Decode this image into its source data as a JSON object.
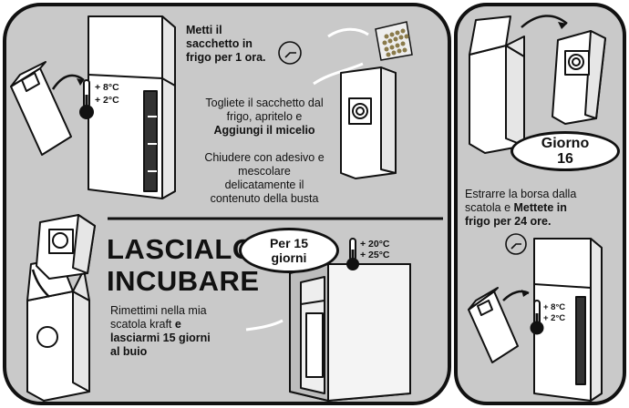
{
  "step1": {
    "line1": "Metti il",
    "line2": "sacchetto in",
    "line3": "frigo per 1 ora."
  },
  "step2": {
    "line1": "Togliete il sacchetto dal",
    "line2": "frigo, apritelo e",
    "line3": "Aggiungi il micelio"
  },
  "step3": {
    "line1": "Chiudere con adesivo e",
    "line2": "mescolare",
    "line3": "delicatamente il",
    "line4": "contenuto della busta"
  },
  "incubate": {
    "line1": "LASCIALO",
    "line2": "INCUBARE"
  },
  "period_badge": {
    "line1": "Per 15",
    "line2": "giorni"
  },
  "step4": {
    "line1": "Rimettimi nella mia",
    "line2_plain": "scatola kraft ",
    "line2_bold": "e",
    "line3": "lasciarmi 15 giorni",
    "line4": "al buio"
  },
  "day_badge": {
    "line1": "Giorno",
    "line2": "16"
  },
  "step5": {
    "line1": "Estrarre la borsa dalla",
    "line2_plain": "scatola e ",
    "line2_bold": "Mettete in",
    "line3": "frigo per 24 ore."
  },
  "temps": {
    "fridge1_high": "+ 8°C",
    "fridge1_low": "+ 2°C",
    "room_high": "+ 20°C",
    "room_low": "+ 25°C",
    "fridge2_high": "+ 8°C",
    "fridge2_low": "+ 2°C"
  },
  "colors": {
    "panel": "#c9c9c9",
    "ink": "#111111",
    "paper": "#ffffff"
  },
  "icons": [
    "fridge-icon",
    "bag-icon",
    "clock-icon",
    "thermometer-icon",
    "mycelium-pouch-icon",
    "kraft-box-icon",
    "arrow-icon"
  ]
}
